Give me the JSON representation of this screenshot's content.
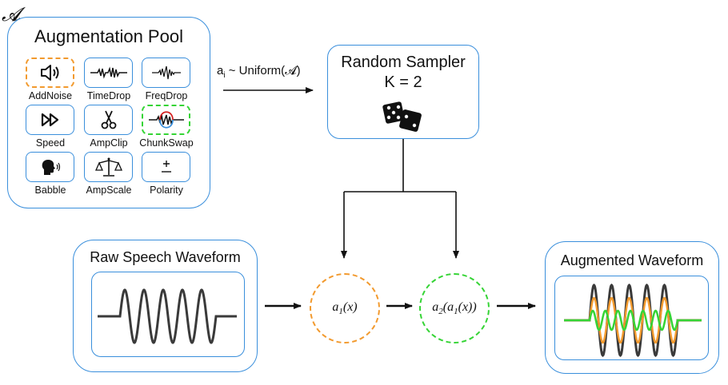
{
  "pool": {
    "symbol": "𝓐",
    "title": "Augmentation Pool",
    "tiles": [
      {
        "label": "AddNoise",
        "icon": "speaker-icon"
      },
      {
        "label": "TimeDrop",
        "icon": "timedrop-waveform-icon"
      },
      {
        "label": "FreqDrop",
        "icon": "freqdrop-waveform-icon"
      },
      {
        "label": "Speed",
        "icon": "fast-forward-icon"
      },
      {
        "label": "AmpClip",
        "icon": "scissors-icon"
      },
      {
        "label": "ChunkSwap",
        "icon": "chunkswap-waveform-icon"
      },
      {
        "label": "Babble",
        "icon": "speaking-head-icon"
      },
      {
        "label": "AmpScale",
        "icon": "scale-balance-icon"
      },
      {
        "label": "Polarity",
        "icon": "plus-minus-icon"
      }
    ]
  },
  "sample_arrow": {
    "base": "a",
    "sub": "i",
    "rest": " ~ Uniform(𝓐)"
  },
  "sampler": {
    "title": "Random Sampler",
    "k": "K = 2",
    "icon": "dice-icon"
  },
  "raw": {
    "title": "Raw Speech Waveform"
  },
  "op1": {
    "base": "a",
    "sub": "1",
    "rest": "(x)"
  },
  "op2": {
    "base": "a",
    "sub": "2",
    "mid": "(a",
    "sub2": "1",
    "rest": "(x))"
  },
  "augmented": {
    "title": "Augmented Waveform"
  },
  "colors": {
    "border_blue": "#3a8fdc",
    "orange": "#f29a2e",
    "green": "#35d435",
    "red": "#d42020",
    "wave": "#3a3a3a"
  }
}
